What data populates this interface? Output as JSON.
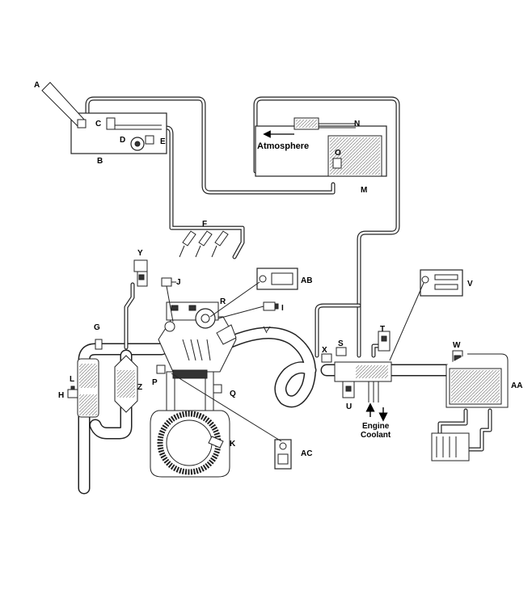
{
  "labels": {
    "A": "A",
    "B": "B",
    "C": "C",
    "D": "D",
    "E": "E",
    "F": "F",
    "G": "G",
    "H": "H",
    "I": "I",
    "J": "J",
    "K": "K",
    "L": "L",
    "M": "M",
    "N": "N",
    "O": "O",
    "P": "P",
    "Q": "Q",
    "R": "R",
    "S": "S",
    "T": "T",
    "U": "U",
    "V": "V",
    "W": "W",
    "X": "X",
    "Y": "Y",
    "Z": "Z",
    "AA": "AA",
    "AB": "AB",
    "AC": "AC"
  },
  "text": {
    "atmosphere": "Atmosphere",
    "engine_coolant_line1": "Engine",
    "engine_coolant_line2": "Coolant"
  }
}
